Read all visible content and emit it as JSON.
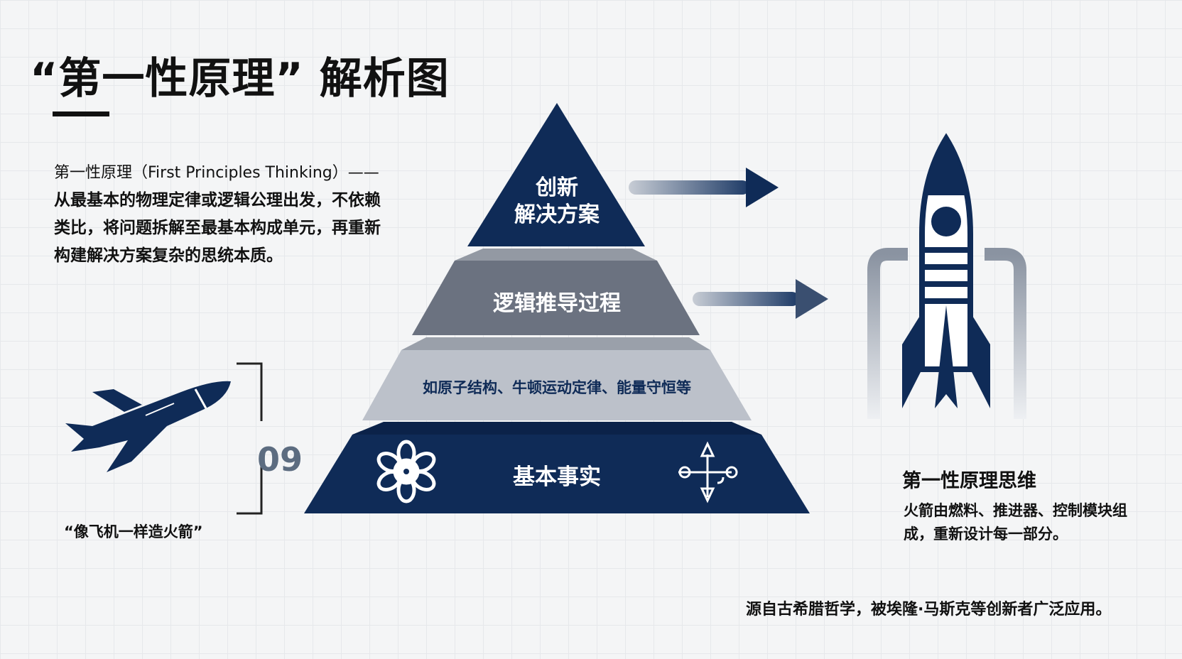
{
  "title": "“第一性原理” 解析图",
  "intro": {
    "line1": "第一性原理（First Principles Thinking）——",
    "body": "从最基本的物理定律或逻辑公理出发，不依赖类比，将问题拆解至最基本构成单元，再重新构建解决方案复杂的思统本质。"
  },
  "pyramid": {
    "level1": [
      "创新",
      "解决方案"
    ],
    "level2": "逻辑推导过程",
    "level3": "如原子结构、牛顿运动定律、能量守恒等",
    "level4": "基本事实"
  },
  "bracket_number": "09",
  "plane_caption": "“像飞机一样造火箭”",
  "rocket_panel": {
    "title": "第一性原理思维",
    "desc": "火箭由燃料、推进器、控制模块组成，重新设计每一部分。"
  },
  "footer": "源自古希腊哲学，被埃隆·马斯克等创新者广泛应用。",
  "colors": {
    "navy": "#0f2b57",
    "gray": "#6b7280",
    "light": "#b9bec8"
  }
}
